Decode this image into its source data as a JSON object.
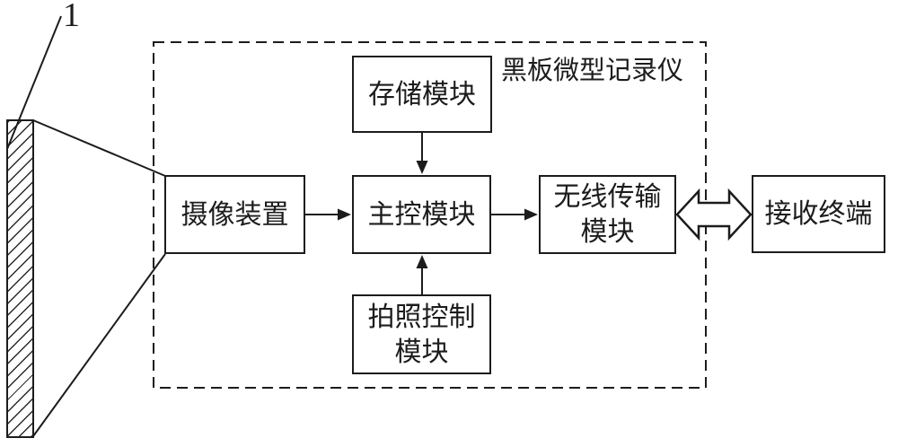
{
  "figure": {
    "type": "patent-block-diagram",
    "reference_label": "1",
    "system_label": "黑板微型记录仪",
    "blocks": {
      "storage": {
        "label": "存储模块"
      },
      "camera": {
        "label": "摄像装置"
      },
      "main": {
        "label": "主控模块"
      },
      "wireless": {
        "line1": "无线传输",
        "line2": "模块"
      },
      "photo": {
        "line1": "拍照控制",
        "line2": "模块"
      },
      "receiving": {
        "label": "接收终端"
      }
    },
    "connections": [
      {
        "from": "storage",
        "to": "main",
        "style": "solid-arrow"
      },
      {
        "from": "camera",
        "to": "main",
        "style": "solid-arrow"
      },
      {
        "from": "main",
        "to": "wireless",
        "style": "solid-arrow"
      },
      {
        "from": "photo",
        "to": "main",
        "style": "solid-arrow"
      },
      {
        "from": "wireless",
        "to": "receiving",
        "style": "hollow-double-arrow"
      },
      {
        "from": "blackboard",
        "to": "camera",
        "style": "view-frustum-lines"
      }
    ],
    "colors": {
      "ink": "#1c1c1c",
      "background": "#ffffff"
    }
  }
}
